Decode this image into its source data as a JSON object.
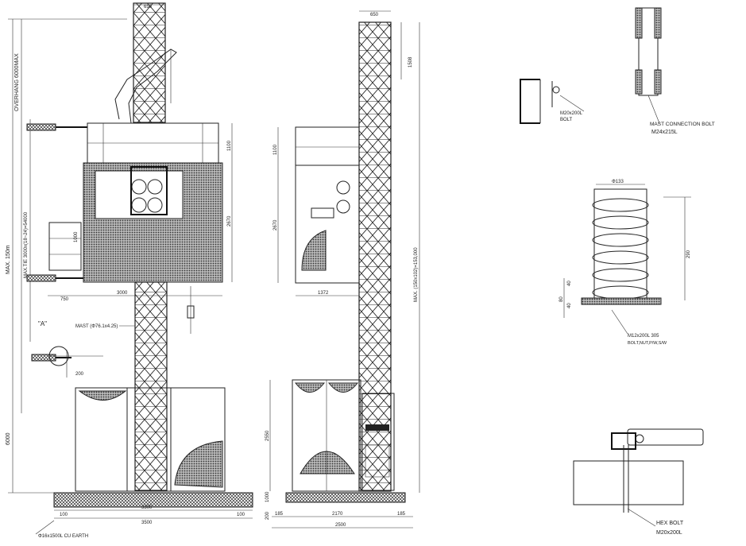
{
  "diagram": {
    "front_view": {
      "top_width": "650",
      "overall_height_label": "MAX. 150m",
      "overhang_label": "OVERHANG 6000MAX",
      "mast_note": "MAX.TIE 3000x(18~24)=54000",
      "cabin_height": "1100",
      "cage_height": "2670",
      "side_dim": "1000",
      "cage_width": "3000",
      "offset_dim": "750",
      "detail_tag": "\"A\"",
      "mast_label": "MAST (Φ76.1x4.25)",
      "detail_dim": "200",
      "enclosure_height": "6000",
      "base_width_inner": "3300",
      "base_width_outer": "3500",
      "left_margin": "100",
      "right_margin": "100",
      "earth_label": "Φ16x1500L CU EARTH"
    },
    "side_view": {
      "top_width": "650",
      "top_section": "1508",
      "cabin_height": "1100",
      "cage_height": "2670",
      "cage_width": "1372",
      "mast_height_label": "MAX. (150x102)=153,000",
      "enclosure_height": "2550",
      "base_height_a": "1000",
      "base_height_b": "200",
      "base_left": "185",
      "base_mid": "2170",
      "base_right": "185",
      "base_total": "2500"
    },
    "details": {
      "bolt1_label": "M20x200L",
      "bolt1_sub": "BOLT",
      "mast_bolt_label": "MAST CONNECTION BOLT",
      "mast_bolt_size": "M24x215L",
      "spring_width": "Φ133",
      "spring_height": "290",
      "spring_dim_a": "80",
      "spring_dim_b": "40",
      "spring_dim_c": "40",
      "spring_bolt": "M12x200L 305",
      "spring_bolt_sub": "BOLT,NUT,P/W,S/W",
      "hex_bolt_label": "HEX BOLT",
      "hex_bolt_size": "M20x200L"
    }
  }
}
